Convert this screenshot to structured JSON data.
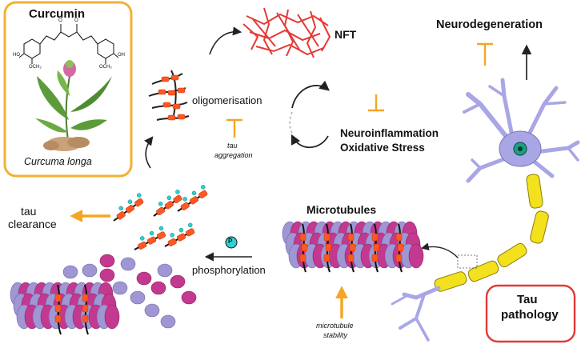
{
  "curcumin_box": {
    "title": "Curcumin",
    "plant_name": "Curcuma longa",
    "struct_labels": {
      "ho_left": "HO",
      "och3_left": "OCH₃",
      "ho_right": "OH",
      "och3_right": "OCH₃",
      "o1": "O",
      "o2": "O"
    }
  },
  "labels": {
    "nft": "NFT",
    "oligomerisation": "oligomerisation",
    "tau_aggregation_line1": "tau",
    "tau_aggregation_line2": "aggregation",
    "neuroinflammation": "Neuroinflammation",
    "oxidative_stress": "Oxidative Stress",
    "neurodegeneration": "Neurodegeneration",
    "tau_clearance_line1": "tau",
    "tau_clearance_line2": "clearance",
    "phosphorylation": "phosphorylation",
    "phospho_symbol": "P",
    "microtubules": "Microtubules",
    "microtubule_stability_line1": "microtubule",
    "microtubule_stability_line2": "stability",
    "tau_pathology_line1": "Tau",
    "tau_pathology_line2": "pathology"
  },
  "colors": {
    "box_border_orange": "#f2b135",
    "inhibit_orange": "#f5a623",
    "tau_red": "#e53935",
    "tau_orange": "#ff5722",
    "mt_purple": "#9f97d3",
    "mt_magenta": "#c2398f",
    "neuron_body": "#a9a6e6",
    "axon_yellow": "#f2e11c",
    "nucleus_green": "#1f9e82",
    "phospho_cyan": "#2ed1d1",
    "pathology_border": "#e53935"
  }
}
